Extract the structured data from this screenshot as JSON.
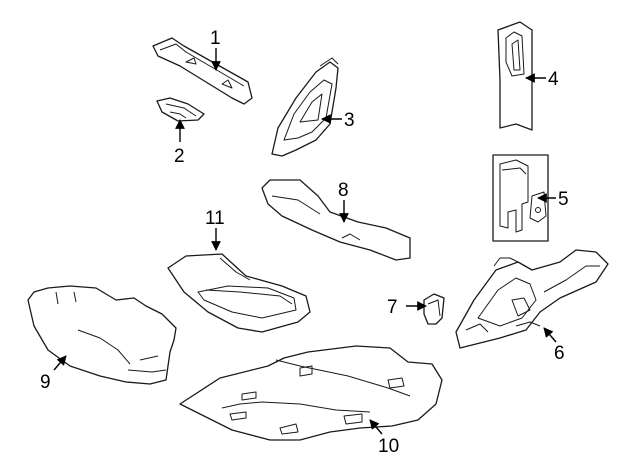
{
  "diagram": {
    "callouts": [
      {
        "id": "1",
        "label": "1"
      },
      {
        "id": "2",
        "label": "2"
      },
      {
        "id": "3",
        "label": "3"
      },
      {
        "id": "4",
        "label": "4"
      },
      {
        "id": "5",
        "label": "5"
      },
      {
        "id": "6",
        "label": "6"
      },
      {
        "id": "7",
        "label": "7"
      },
      {
        "id": "8",
        "label": "8"
      },
      {
        "id": "9",
        "label": "9"
      },
      {
        "id": "10",
        "label": "10"
      },
      {
        "id": "11",
        "label": "11"
      }
    ],
    "colors": {
      "line": "#1a1a1a",
      "background": "#ffffff"
    }
  }
}
